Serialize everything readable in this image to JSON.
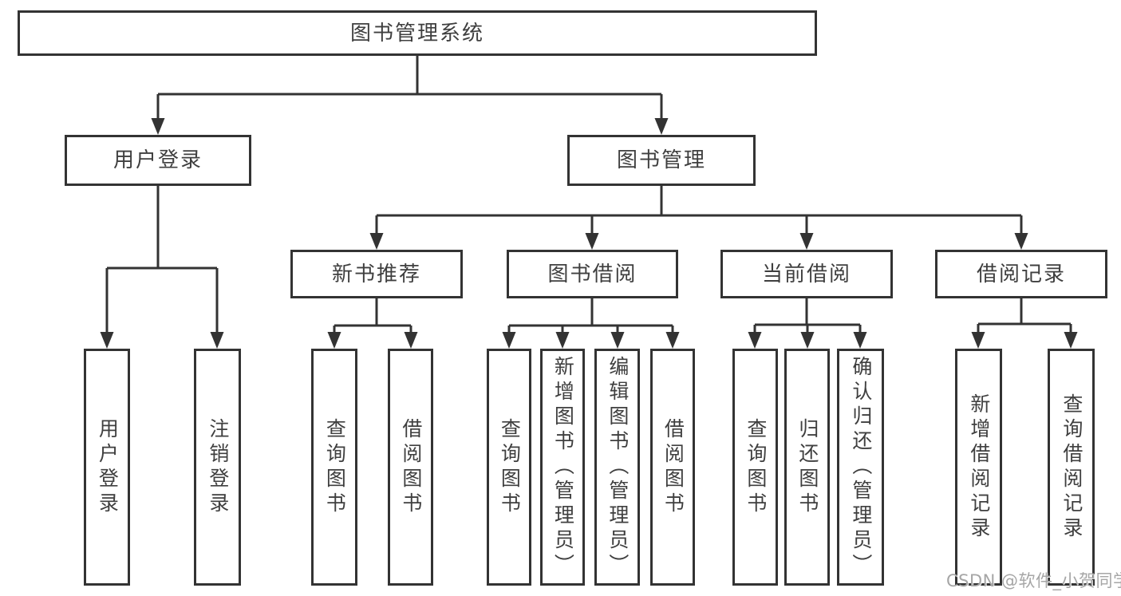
{
  "diagram": {
    "root": {
      "label": "图书管理系统"
    },
    "branches": [
      {
        "label": "用户登录",
        "children": [
          {
            "label": "用户登录"
          },
          {
            "label": "注销登录"
          }
        ]
      },
      {
        "label": "图书管理",
        "sections": [
          {
            "label": "新书推荐",
            "children": [
              {
                "label": "查询图书"
              },
              {
                "label": "借阅图书"
              }
            ]
          },
          {
            "label": "图书借阅",
            "children": [
              {
                "label": "查询图书"
              },
              {
                "label": "新增图书（管理员）"
              },
              {
                "label": "编辑图书（管理员）"
              },
              {
                "label": "借阅图书"
              }
            ]
          },
          {
            "label": "当前借阅",
            "children": [
              {
                "label": "查询图书"
              },
              {
                "label": "归还图书"
              },
              {
                "label": "确认归还（管理员）"
              }
            ]
          },
          {
            "label": "借阅记录",
            "children": [
              {
                "label": "新增借阅记录"
              },
              {
                "label": "查询借阅记录"
              }
            ]
          }
        ]
      }
    ]
  },
  "watermark": {
    "text": "CSDN @软件_小贺同学"
  },
  "colors": {
    "line": "#333333",
    "text": "#3f3f3f",
    "background": "#ffffff",
    "watermark": "#a6a6a6"
  }
}
